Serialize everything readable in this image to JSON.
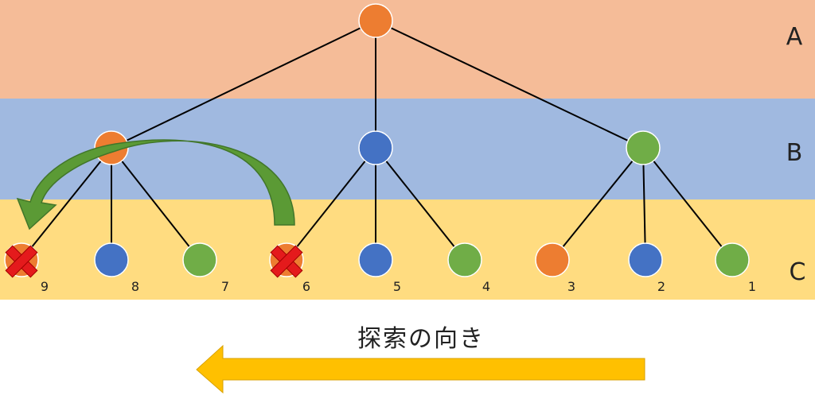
{
  "levels": [
    {
      "label": "A",
      "color": "#F5BC98"
    },
    {
      "label": "B",
      "color": "#A0B9E0"
    },
    {
      "label": "C",
      "color": "#FFDC80"
    }
  ],
  "colors": {
    "orange": "#ED7D31",
    "blue": "#4472C4",
    "green": "#70AD47",
    "cross": "#E41A1C",
    "curve_arrow": "#5B9A35",
    "direction_arrow": "#FFC000",
    "edge": "#000000"
  },
  "nodes": {
    "root": {
      "color": "orange"
    },
    "middle": [
      {
        "color": "orange"
      },
      {
        "color": "blue"
      },
      {
        "color": "green"
      }
    ],
    "leaves": [
      {
        "num": "9",
        "color": "orange",
        "crossed": true
      },
      {
        "num": "8",
        "color": "blue",
        "crossed": false
      },
      {
        "num": "7",
        "color": "green",
        "crossed": false
      },
      {
        "num": "6",
        "color": "orange",
        "crossed": true
      },
      {
        "num": "5",
        "color": "blue",
        "crossed": false
      },
      {
        "num": "4",
        "color": "green",
        "crossed": false
      },
      {
        "num": "3",
        "color": "orange",
        "crossed": false
      },
      {
        "num": "2",
        "color": "blue",
        "crossed": false
      },
      {
        "num": "1",
        "color": "green",
        "crossed": false
      }
    ]
  },
  "caption": "探索の向き"
}
